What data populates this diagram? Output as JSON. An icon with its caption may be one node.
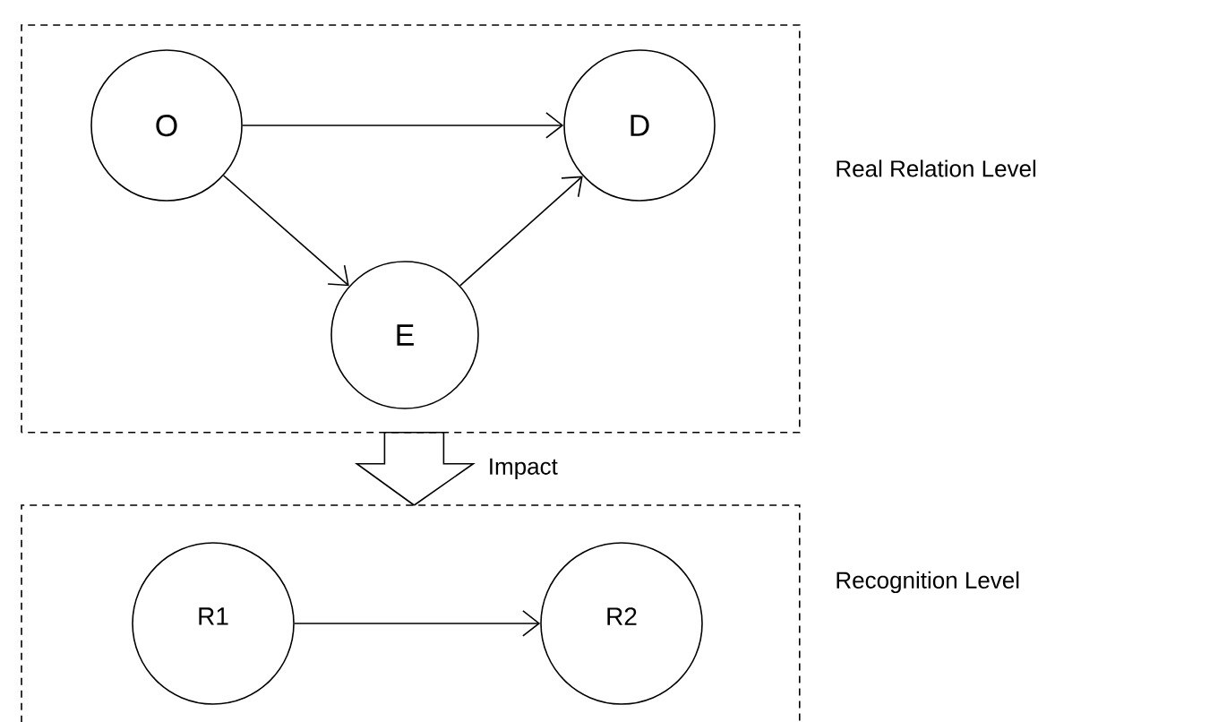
{
  "diagram": {
    "nodes": [
      {
        "text": [],
        "shape": "box",
        "beside": [
          "Real Relation Level"
        ]
      },
      {
        "text": [
          "O"
        ],
        "in": 0
      },
      {
        "text": [
          "D"
        ],
        "in": 0
      },
      {
        "text": [
          "E"
        ],
        "in": 0
      },
      {
        "text": [],
        "shape": "box",
        "beside": [
          "Recognition Level"
        ]
      },
      {
        "text": [
          "R1"
        ],
        "in": 4
      },
      {
        "text": [
          "R2"
        ],
        "in": 4
      }
    ],
    "edges": [
      {
        "from": 1,
        "to": 2,
        "arrow": "to"
      },
      {
        "from": 1,
        "to": 3,
        "arrow": "to"
      },
      {
        "from": 3,
        "to": 2,
        "arrow": "to"
      },
      {
        "from": 0,
        "to": 4,
        "arrow": "to",
        "label": "Impact"
      },
      {
        "from": 5,
        "to": 6,
        "arrow": "to"
      }
    ]
  }
}
